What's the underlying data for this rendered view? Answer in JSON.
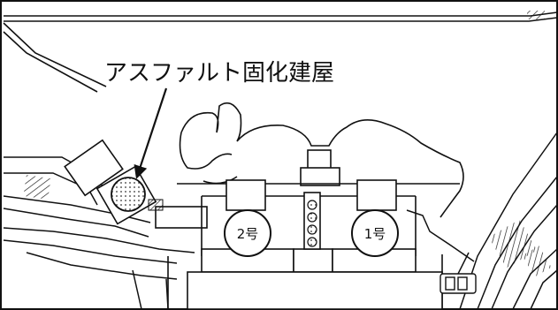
{
  "map": {
    "callout": "アスファルト固化建屋",
    "units": [
      {
        "label": "2号"
      },
      {
        "label": "1号"
      }
    ]
  },
  "style": {
    "ink": "#1a1a1a",
    "paper": "#ffffff"
  }
}
